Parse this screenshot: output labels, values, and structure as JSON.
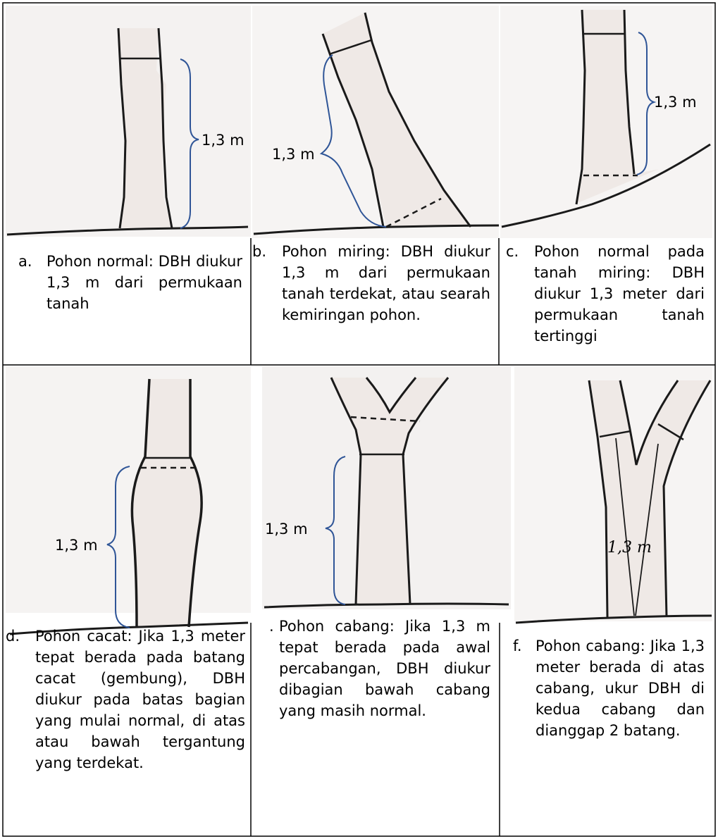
{
  "measure_label": "1,3 m",
  "handwritten_label": "1,3 m",
  "panels": [
    {
      "marker": "a.",
      "text": "Pohon normal: DBH diukur 1,3 m dari permukaan tanah"
    },
    {
      "marker": "b.",
      "text": "Pohon miring: DBH diukur 1,3 m dari permukaan tanah terdekat, atau searah kemiringan pohon."
    },
    {
      "marker": "c.",
      "text": "Pohon normal pada tanah miring: DBH diukur 1,3 meter dari permukaan tanah tertinggi"
    },
    {
      "marker": "d.",
      "text": "Pohon cacat: Jika 1,3 meter tepat berada pada batang cacat (gembung), DBH diukur pada batas bagian yang mulai normal, di atas atau bawah tergantung yang terdekat."
    },
    {
      "marker": ".",
      "text": "Pohon cabang: Jika 1,3 m tepat berada pada awal percabangan, DBH diukur dibagian bawah cabang yang masih normal."
    },
    {
      "marker": "f.",
      "text": "Pohon cabang: Jika 1,3 meter berada di atas cabang, ukur DBH di kedua cabang dan dianggap 2 batang."
    }
  ],
  "colors": {
    "trunk_fill": "#efe9e6",
    "photo_bg": "#f4f2f1",
    "bracket": "#2f5597",
    "ink": "#1a1a1a",
    "border": "#000000"
  }
}
